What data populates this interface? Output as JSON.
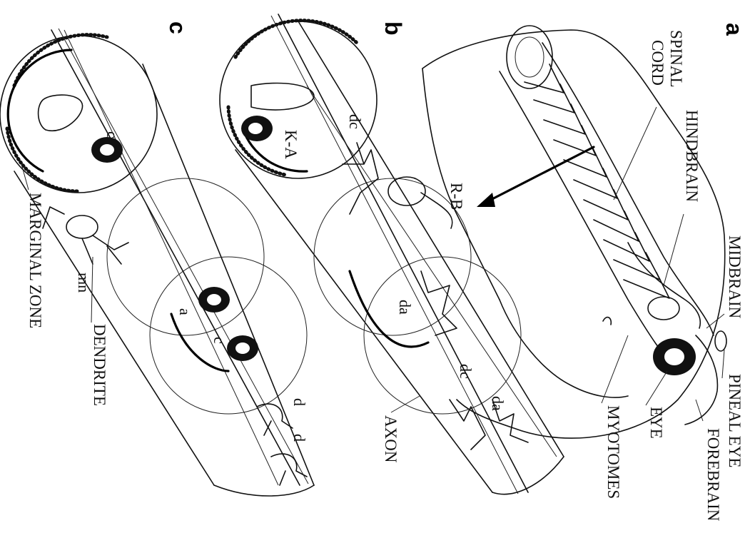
{
  "panels": {
    "a": {
      "letter": "a",
      "labels": {
        "spinal_cord": [
          "SPINAL",
          "CORD"
        ],
        "hindbrain": "HINDBRAIN",
        "midbrain": "MIDBRAIN",
        "pineal_eye": "PINEAL EYE",
        "forebrain": "FOREBRAIN",
        "eye": "EYE",
        "myotomes": "MYOTOMES"
      }
    },
    "b": {
      "letter": "b",
      "labels": {
        "rb": "R-B",
        "ka": "K-A",
        "dc1": "dc",
        "dc2": "dc",
        "da1": "da",
        "da2": "da",
        "axon": "AXON"
      }
    },
    "c": {
      "letter": "c",
      "labels": {
        "c1": "c",
        "c2": "c",
        "a": "a",
        "d1": "d",
        "d2": "d",
        "mn": "mn",
        "dendrite": "DENDRITE",
        "marginal_zone": "MARGINAL ZONE"
      }
    }
  }
}
